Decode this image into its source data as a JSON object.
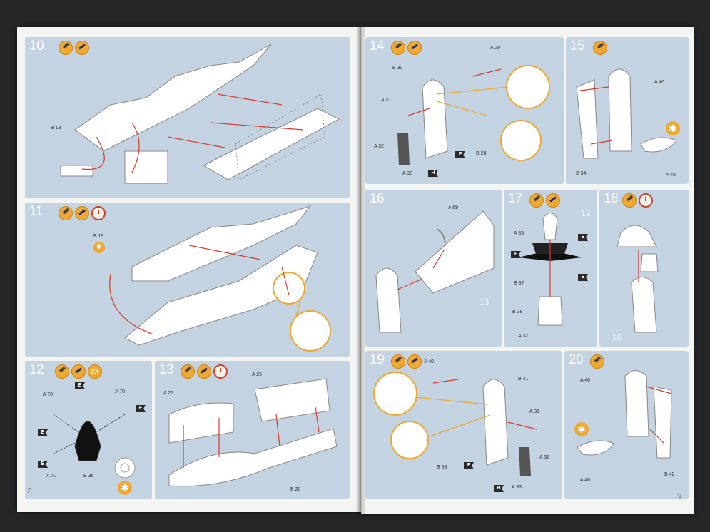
{
  "colors": {
    "panel": "#c3d3e2",
    "paper": "#f4f4f2",
    "accent": "#f0a830",
    "arrow": "#d83a2c",
    "background": "#242628"
  },
  "pages": {
    "left": "8",
    "right": "9"
  },
  "steps": [
    {
      "id": "10",
      "num": "10",
      "icons": [
        "glue-icon",
        "paint-icon"
      ],
      "parts": [
        "B 18"
      ]
    },
    {
      "id": "11",
      "num": "11",
      "icons": [
        "glue-icon",
        "paint-icon",
        "clock-icon"
      ],
      "parts": [
        "B 19"
      ]
    },
    {
      "id": "12",
      "num": "12",
      "icons": [
        "glue-icon",
        "paint-icon",
        "x2-icon"
      ],
      "x2": "2X",
      "parts": [
        "A 70",
        "A 70",
        "A 70",
        "B 36"
      ],
      "flags": [
        "E",
        "E",
        "E",
        "E"
      ]
    },
    {
      "id": "13",
      "num": "13",
      "icons": [
        "glue-icon",
        "paint-icon",
        "clock-icon"
      ],
      "parts": [
        "A 25",
        "A 27",
        "B 26"
      ]
    },
    {
      "id": "14",
      "num": "14",
      "icons": [
        "glue-icon",
        "paint-icon"
      ],
      "parts": [
        "A 29",
        "B 30",
        "A 31",
        "A 32",
        "A 33",
        "B 28"
      ],
      "flags": [
        "F",
        "H"
      ]
    },
    {
      "id": "15",
      "num": "15",
      "icons": [
        "glue-icon"
      ],
      "parts": [
        "A 46",
        "B 34",
        "A 46"
      ]
    },
    {
      "id": "16",
      "num": "16",
      "icons": [],
      "parts": [
        "A 69"
      ],
      "ghosts": [
        "13"
      ]
    },
    {
      "id": "17",
      "num": "17",
      "icons": [
        "glue-icon",
        "paint-icon"
      ],
      "parts": [
        "A 35",
        "B 37",
        "B 38",
        "A 32"
      ],
      "flags": [
        "E",
        "F",
        "E"
      ],
      "ghosts": [
        "12"
      ]
    },
    {
      "id": "18",
      "num": "18",
      "icons": [
        "glue-icon",
        "clock-icon"
      ],
      "parts": [],
      "ghosts": [
        "16"
      ]
    },
    {
      "id": "19",
      "num": "19",
      "icons": [
        "glue-icon",
        "paint-icon"
      ],
      "parts": [
        "A 40",
        "B 41",
        "A 31",
        "A 32",
        "B 39",
        "A 33"
      ],
      "flags": [
        "F",
        "H"
      ]
    },
    {
      "id": "20",
      "num": "20",
      "icons": [
        "glue-icon"
      ],
      "parts": [
        "A 46",
        "B 42",
        "A 46"
      ]
    }
  ]
}
